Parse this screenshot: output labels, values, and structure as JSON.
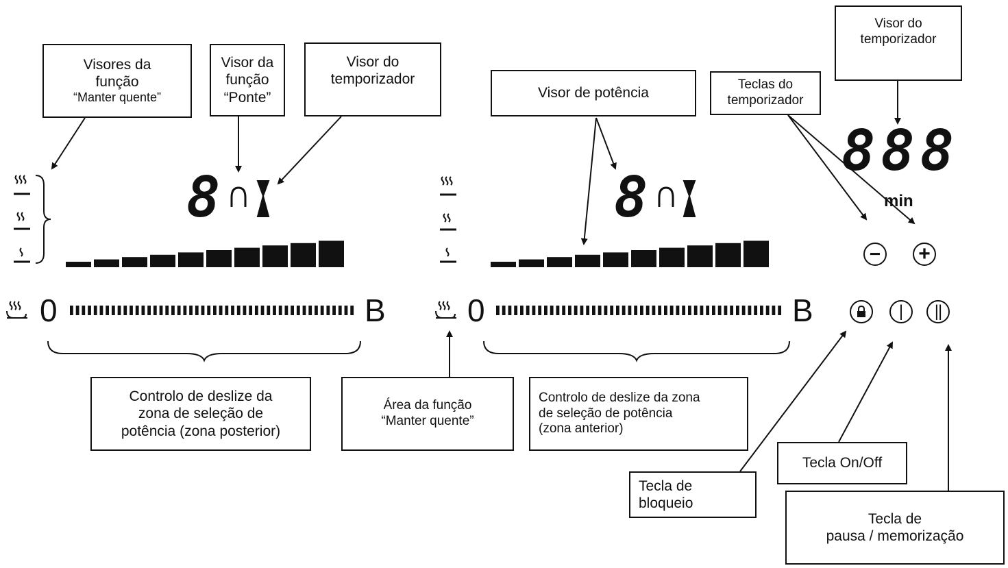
{
  "callouts": {
    "keep_warm_displays": [
      "Visores da",
      "função",
      "“Manter quente”"
    ],
    "bridge_display": [
      "Visor da",
      "função",
      "“Ponte”"
    ],
    "timer_display_rear": [
      "Visor do",
      "temporizador"
    ],
    "power_display": "Visor de potência",
    "timer_keys": [
      "Teclas do",
      "temporizador"
    ],
    "timer_display_main": [
      "Visor do",
      "temporizador"
    ],
    "slider_rear": [
      "Controlo de deslize da",
      "zona de seleção de",
      "potência (zona posterior)"
    ],
    "keep_warm_area": [
      "Área da função",
      "“Manter quente”"
    ],
    "slider_front": [
      "Controlo de deslize da zona",
      "de seleção de potência",
      "(zona anterior)"
    ],
    "on_off_key": "Tecla On/Off",
    "lock_key": [
      "Tecla de",
      "bloqueio"
    ],
    "pause_key": [
      "Tecla de",
      "pausa / memorização"
    ]
  },
  "panel": {
    "zone_digit": "8",
    "timer_digits": "888",
    "timer_unit": "min",
    "slider_min": "0",
    "slider_max": "B",
    "keep_warm_levels": [
      "sss",
      "ss",
      "s"
    ],
    "slider_segments": 48,
    "power_bar_levels": 10
  },
  "buttons": {
    "minus": "−",
    "plus": "+",
    "on_off": "|",
    "pause": "||"
  },
  "icons": {
    "lock": "lock-icon",
    "keep_warm": "keep-warm-icon",
    "bridge": "bridge-icon",
    "hourglass": "hourglass-icon"
  }
}
